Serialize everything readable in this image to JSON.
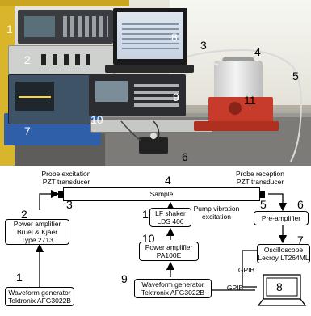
{
  "photo": {
    "labels": [
      "1",
      "2",
      "3",
      "4",
      "5",
      "6",
      "7",
      "8",
      "9",
      "10",
      "11"
    ]
  },
  "diagram": {
    "probe_excitation": [
      "Probe excitation",
      "PZT transducer"
    ],
    "probe_reception": [
      "Probe reception",
      "PZT transducer"
    ],
    "sample_label": "Sample",
    "pump_vibration": [
      "Pump vibration",
      "excitation"
    ],
    "numbers": {
      "n1": "1",
      "n2": "2",
      "n3": "3",
      "n4": "4",
      "n5": "5",
      "n6": "6",
      "n7": "7",
      "n8": "8",
      "n9": "9",
      "n10": "10",
      "n11": "11"
    },
    "boxes": {
      "power_amp_bk": [
        "Power amplifier",
        "Bruel & Kjaer",
        "Type 2713"
      ],
      "wavegen_left": [
        "Waveform generator",
        "Tektronix AFG3022B"
      ],
      "lf_shaker": [
        "LF shaker",
        "LDS 406"
      ],
      "power_amp_pa": [
        "Power amplifier",
        "PA100E"
      ],
      "wavegen_mid": [
        "Waveform generator",
        "Tektronix AFG3022B"
      ],
      "preamp": "Pre-amplifier",
      "oscilloscope": [
        "Oscilloscope",
        "Lecroy LT264ML"
      ]
    },
    "gpib_1": "GPIB",
    "gpib_2": "GPIB"
  }
}
